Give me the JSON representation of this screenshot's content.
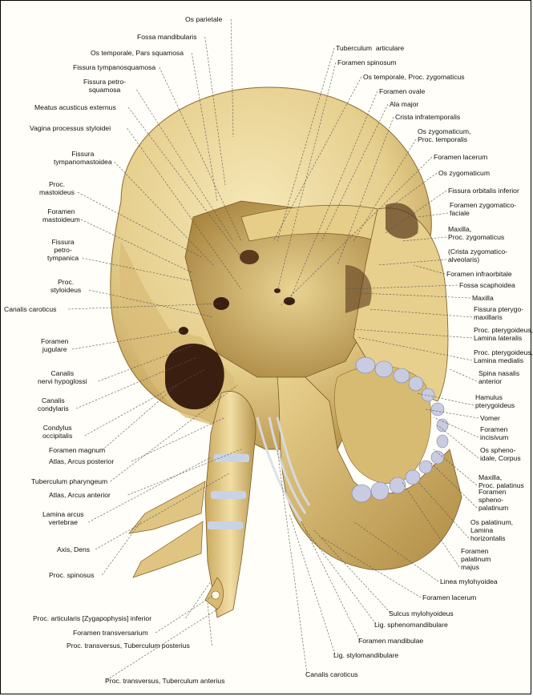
{
  "colors": {
    "bone_light": "#efdfa8",
    "bone_mid": "#dcc07a",
    "bone_dark": "#a8863f",
    "cavity": "#3a1f10",
    "tooth": "#c9cbe0",
    "ligament": "#d8dde8",
    "line": "#555555",
    "background": "#fffef8"
  },
  "labels": {
    "top": [
      {
        "id": "os-parietale",
        "text": "Os parietale"
      },
      {
        "id": "fossa-mandibularis",
        "text": "Fossa mandibularis"
      },
      {
        "id": "os-temporale-pars-squamosa",
        "text": "Os temporale, Pars squamosa"
      },
      {
        "id": "fissura-tympanosquamosa",
        "text": "Fissura tympanosquamosa"
      }
    ],
    "left": [
      {
        "id": "fissura-petrosquamosa",
        "text": "Fissura petro-\nsquamosa"
      },
      {
        "id": "meatus-acusticus-externus",
        "text": "Meatus acusticus externus"
      },
      {
        "id": "vagina-processus-styloidei",
        "text": "Vagina processus styloidei"
      },
      {
        "id": "fissura-tympanomastoidea",
        "text": "Fissura\ntympanomastoidea"
      },
      {
        "id": "proc-mastoideus",
        "text": "Proc.\nmastoideus"
      },
      {
        "id": "foramen-mastoideum",
        "text": "Foramen\nmastoideum"
      },
      {
        "id": "fissura-petrotympanica",
        "text": "Fissura\npetro-\ntympanica"
      },
      {
        "id": "proc-styloideus",
        "text": "Proc.\nstyloideus"
      },
      {
        "id": "canalis-caroticus-left",
        "text": "Canalis caroticus"
      },
      {
        "id": "foramen-jugulare",
        "text": "Foramen\njugulare"
      },
      {
        "id": "canalis-nervi-hypoglossi",
        "text": "Canalis\nnervi hypoglossi"
      },
      {
        "id": "canalis-condylaris",
        "text": "Canalis\ncondylaris"
      },
      {
        "id": "condylus-occipitalis",
        "text": "Condylus\noccipitalis"
      },
      {
        "id": "foramen-magnum",
        "text": "Foramen magnum"
      },
      {
        "id": "atlas-arcus-posterior",
        "text": "Atlas, Arcus posterior"
      },
      {
        "id": "tuberculum-pharyngeum",
        "text": "Tuberculum pharyngeum"
      },
      {
        "id": "atlas-arcus-anterior",
        "text": "Atlas, Arcus anterior"
      },
      {
        "id": "lamina-arcus-vertebrae",
        "text": "Lamina arcus\nvertebrae"
      },
      {
        "id": "axis-dens",
        "text": "Axis, Dens"
      },
      {
        "id": "proc-spinosus",
        "text": "Proc. spinosus"
      },
      {
        "id": "proc-articularis",
        "text": "Proc. articularis [Zygapophysis] inferior"
      },
      {
        "id": "foramen-transversarium",
        "text": "Foramen transversarium"
      },
      {
        "id": "proc-transversus-tub-posterius",
        "text": "Proc. transversus, Tuberculum posterius"
      }
    ],
    "right": [
      {
        "id": "tuberculum-articulare",
        "text": "Tuberculum  articulare"
      },
      {
        "id": "foramen-spinosum",
        "text": "Foramen spinosum"
      },
      {
        "id": "os-temporale-proc-zygomaticus",
        "text": "Os temporale, Proc. zygomaticus"
      },
      {
        "id": "foramen-ovale",
        "text": "Foramen ovale"
      },
      {
        "id": "ala-major",
        "text": "Ala major"
      },
      {
        "id": "crista-infratemporalis",
        "text": "Crista infratemporalis"
      },
      {
        "id": "os-zygomaticum-proc-temporalis",
        "text": "Os zygomaticum,\nProc. temporalis"
      },
      {
        "id": "foramen-lacerum-top",
        "text": "Foramen lacerum"
      },
      {
        "id": "os-zygomaticum",
        "text": "Os zygomaticum"
      },
      {
        "id": "fissura-orbitalis-inferior",
        "text": "Fissura orbitalis inferior"
      },
      {
        "id": "foramen-zygomaticofaciale",
        "text": "Foramen zygomatico-\nfaciale"
      },
      {
        "id": "maxilla-proc-zygomaticus",
        "text": "Maxilla,\nProc. zygomaticus"
      },
      {
        "id": "crista-zygomaticoalveolaris",
        "text": "(Crista zygomatico-\nalveolaris)"
      },
      {
        "id": "foramen-infraorbitale",
        "text": "Foramen infraorbitale"
      },
      {
        "id": "fossa-scaphoidea",
        "text": "Fossa scaphoidea"
      },
      {
        "id": "maxilla",
        "text": "Maxilla"
      },
      {
        "id": "fissura-pterygomaxillaris",
        "text": "Fissura pterygo-\nmaxillaris"
      },
      {
        "id": "proc-pterygoideus-lamina-lateralis",
        "text": "Proc. pterygoideus,\nLamina lateralis"
      },
      {
        "id": "proc-pterygoideus-lamina-medialis",
        "text": "Proc. pterygoideus,\nLamina medialis"
      },
      {
        "id": "spina-nasalis-anterior",
        "text": "Spina nasalis\nanterior"
      },
      {
        "id": "hamulus-pterygoideus",
        "text": "Hamulus\npterygoideus"
      },
      {
        "id": "vomer",
        "text": "Vomer"
      },
      {
        "id": "foramen-incisivum",
        "text": "Foramen\nincisivum"
      },
      {
        "id": "os-sphenoidale-corpus",
        "text": "Os spheno-\nidale, Corpus"
      },
      {
        "id": "maxilla-proc-palatinus",
        "text": "Maxilla,\nProc. palatinus"
      },
      {
        "id": "foramen-sphenopalatinum",
        "text": "Foramen\nspheno-\npalatinum"
      },
      {
        "id": "os-palatinum-lamina-horizontalis",
        "text": "Os palatinum,\nLamina\nhorizontalis"
      },
      {
        "id": "foramen-palatinum-majus",
        "text": "Foramen\npalatinum\nmajus"
      },
      {
        "id": "linea-mylohyoidea",
        "text": "Linea mylohyoidea"
      },
      {
        "id": "foramen-lacerum-bottom",
        "text": "Foramen lacerum"
      }
    ],
    "bottom": [
      {
        "id": "sulcus-mylohyoideus",
        "text": "Sulcus mylohyoideus"
      },
      {
        "id": "lig-sphenomandibulare",
        "text": "Lig. sphenomandibulare"
      },
      {
        "id": "foramen-mandibulae",
        "text": "Foramen mandibulae"
      },
      {
        "id": "lig-stylomandibulare",
        "text": "Lig. stylomandibulare"
      },
      {
        "id": "canalis-caroticus-bottom",
        "text": "Canalis caroticus"
      },
      {
        "id": "proc-transversus-tub-anterius",
        "text": "Proc. transversus, Tuberculum anterius"
      }
    ]
  }
}
